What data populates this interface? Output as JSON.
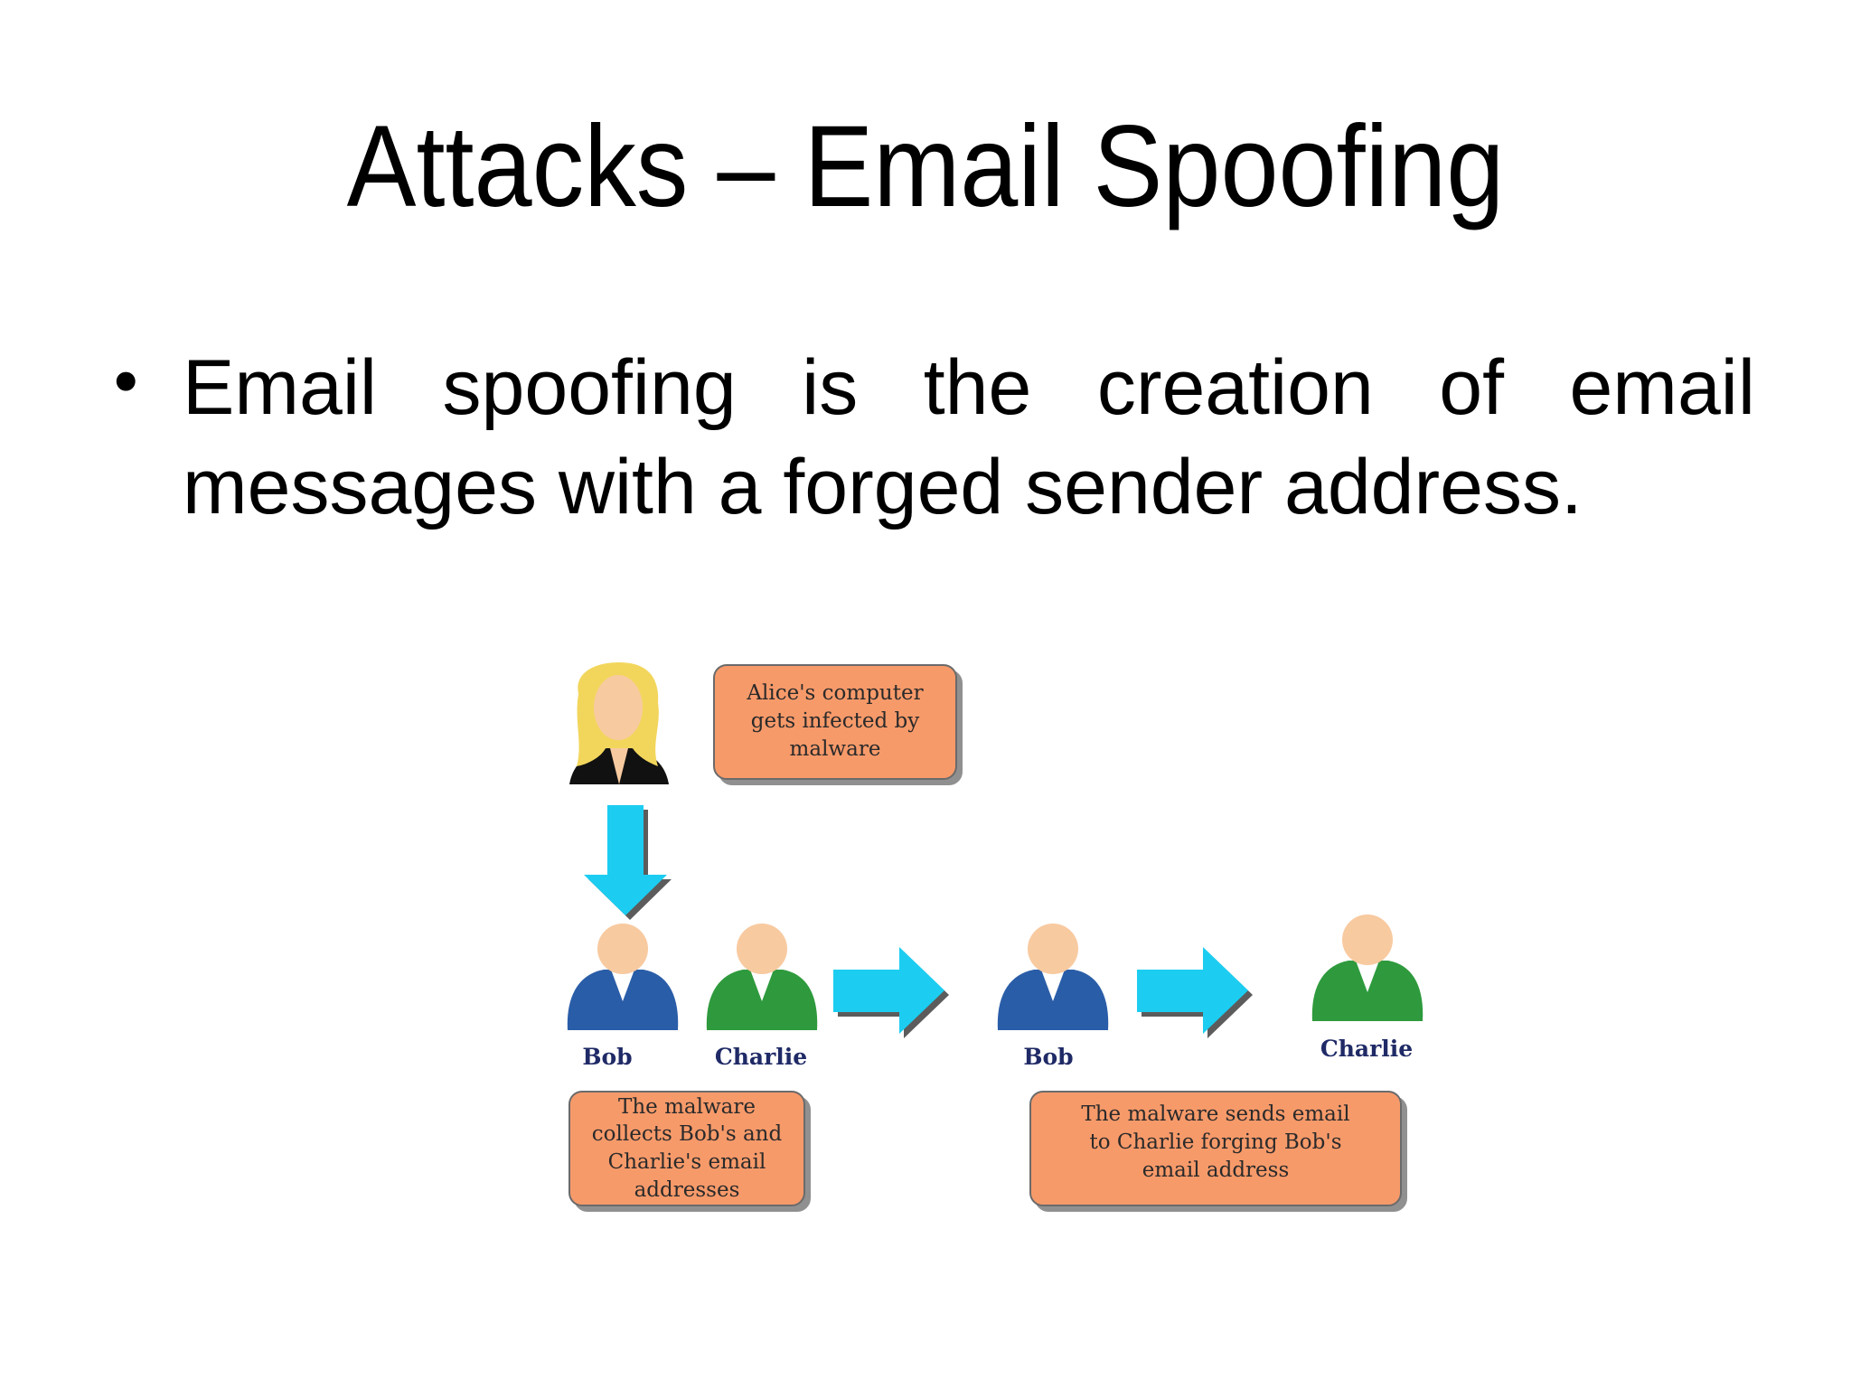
{
  "slide": {
    "title": "Attacks – Email Spoofing",
    "bullet": "Email spoofing is the creation of email messages with a forged sender address."
  },
  "diagram": {
    "alice_note": [
      "Alice's computer",
      "gets infected by",
      "malware"
    ],
    "collect_note": [
      "The malware",
      "collects Bob's and",
      "Charlie's email",
      "addresses"
    ],
    "send_note": [
      "The malware sends email",
      "to Charlie forging Bob's",
      "email address"
    ],
    "labels": {
      "bob_left": "Bob",
      "charlie_left": "Charlie",
      "bob_right": "Bob",
      "charlie_right": "Charlie"
    },
    "colors": {
      "note_fill": "#f79a6a",
      "arrow_fill": "#1ccdf1",
      "bob_shirt": "#2a5da8",
      "charlie_shirt": "#2e9a3d",
      "skin": "#f8caa0",
      "alice_hair": "#f2d65c"
    }
  }
}
